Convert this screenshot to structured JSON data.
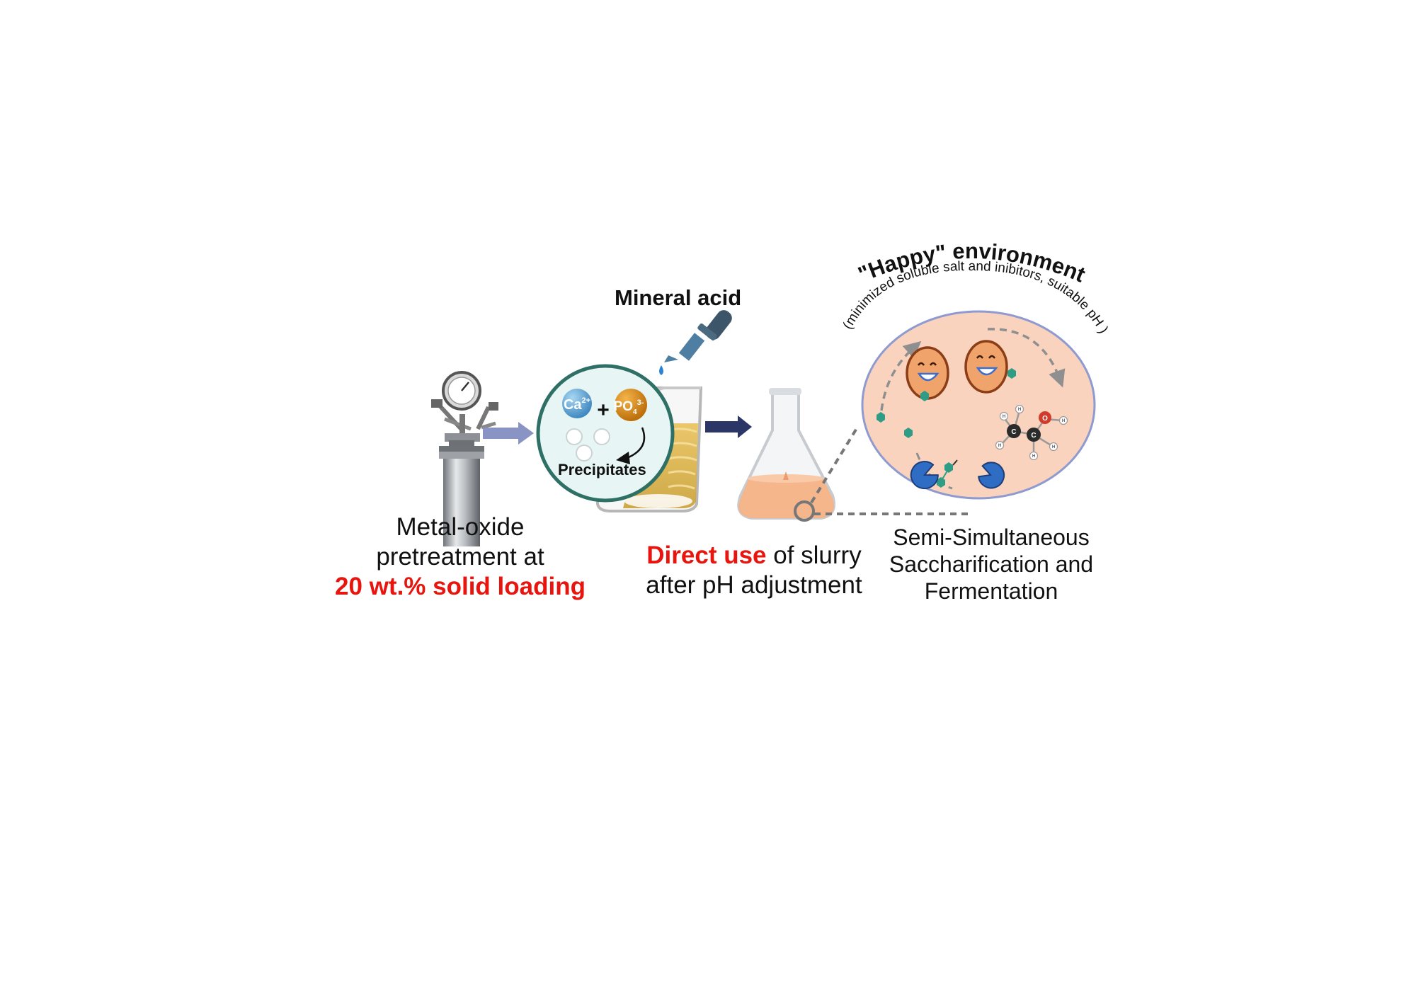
{
  "labels": {
    "mineral_acid": "Mineral acid",
    "ion_ca": "Ca",
    "ion_ca_charge": "2+",
    "plus": "+",
    "ion_po": "PO",
    "ion_po_sub": "4",
    "ion_po_charge": "3-",
    "precipitates": "Precipitates",
    "happy_title": "\"Happy\" environment",
    "happy_subtitle": "(minimized soluble salt and inibitors, suitable pH )",
    "atom_c": "C",
    "atom_o": "O",
    "atom_h": "H"
  },
  "captions": {
    "pretreatment": {
      "line1": "Metal-oxide",
      "line2": "pretreatment at",
      "line3_highlight": "20 wt.% solid loading"
    },
    "direct_use": {
      "highlight": "Direct use",
      "rest": " of slurry",
      "line2": "after pH adjustment"
    },
    "ssf": {
      "line1": "Semi-Simultaneous",
      "line2": "Saccharification and",
      "line3": "Fermentation"
    }
  },
  "colors": {
    "highlight_red": "#e8150e",
    "flow_arrow_1": "#8a94c4",
    "flow_arrow_2": "#2b3566",
    "environment_fill": "#f9d3bd",
    "environment_stroke": "#8e9ad0",
    "zoom_circle_fill": "#e7f6f4",
    "zoom_circle_stroke": "#2e7065",
    "ca_ion": "#5aa4d6",
    "po_ion": "#d98a12",
    "yeast": "#f0a36b",
    "enzyme": "#2f6dc4",
    "sugar": "#2f9c85"
  }
}
